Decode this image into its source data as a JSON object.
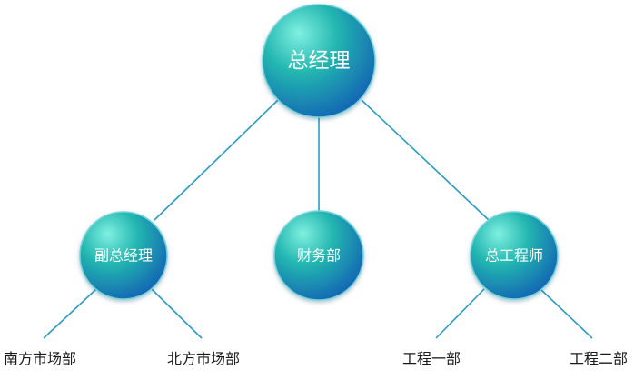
{
  "org_chart": {
    "colors": {
      "connector": "#2b9cc4",
      "node_highlight": "#7ff0e0",
      "node_mid": "#22b5b0",
      "node_dark": "#1565b4",
      "node_ring": "#6fd3d6"
    },
    "root": {
      "label": "总经理"
    },
    "level2": [
      {
        "label": "副总经理"
      },
      {
        "label": "财务部"
      },
      {
        "label": "总工程师"
      }
    ],
    "leaves": [
      {
        "label": "南方市场部"
      },
      {
        "label": "北方市场部"
      },
      {
        "label": "工程一部"
      },
      {
        "label": "工程二部"
      }
    ]
  }
}
